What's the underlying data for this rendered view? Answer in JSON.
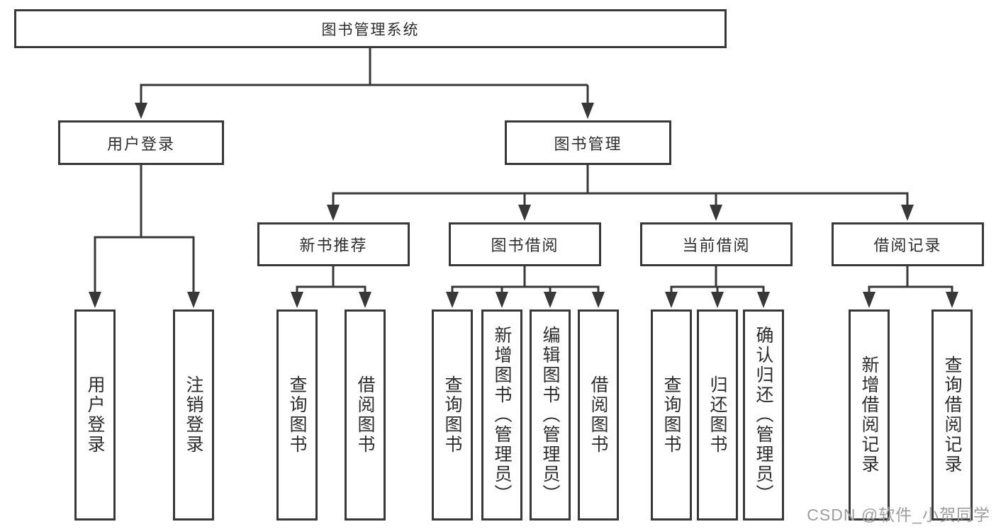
{
  "diagram": {
    "root": {
      "label": "图书管理系统"
    },
    "level2": [
      {
        "label": "用户登录"
      },
      {
        "label": "图书管理"
      }
    ],
    "level3": [
      {
        "label": "新书推荐"
      },
      {
        "label": "图书借阅"
      },
      {
        "label": "当前借阅"
      },
      {
        "label": "借阅记录"
      }
    ],
    "leaves": {
      "login": [
        {
          "label": "用户登录"
        },
        {
          "label": "注销登录"
        }
      ],
      "newbook": [
        {
          "label": "查询图书"
        },
        {
          "label": "借阅图书"
        }
      ],
      "borrow": [
        {
          "label": "查询图书"
        },
        {
          "label": "新增图书（管理员）"
        },
        {
          "label": "编辑图书（管理员）"
        },
        {
          "label": "借阅图书"
        }
      ],
      "current": [
        {
          "label": "查询图书"
        },
        {
          "label": "归还图书"
        },
        {
          "label": "确认归还（管理员）"
        }
      ],
      "records": [
        {
          "label": "新增借阅记录"
        },
        {
          "label": "查询借阅记录"
        }
      ]
    }
  },
  "watermark": "CSDN @软件_小贺同学",
  "colors": {
    "line": "#383838",
    "text": "#2d2d2d",
    "watermark": "#9d9d9d",
    "background": "#ffffff"
  }
}
